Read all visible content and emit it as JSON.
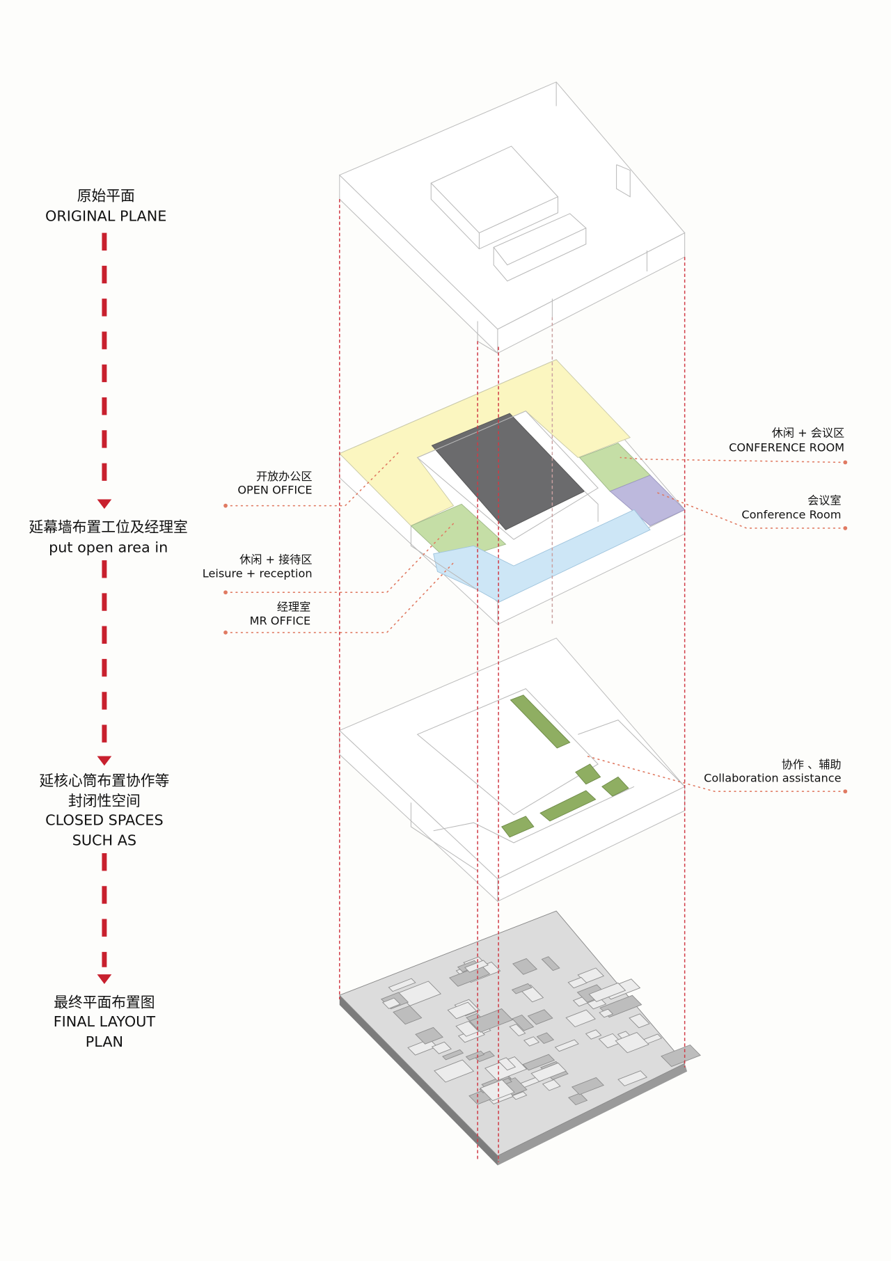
{
  "colors": {
    "accent_red": "#c8202e",
    "leader": "#e07a62",
    "open_office": "#fbf6c0",
    "leisure_green": "#c5dea6",
    "conference_purple": "#bdb9dd",
    "manager_blue": "#cde6f6",
    "core_dark": "#6b6b6d"
  },
  "steps": [
    {
      "cn": "原始平面",
      "en": "ORIGINAL PLANE"
    },
    {
      "cn": "延幕墙布置工位及经理室",
      "en": "put open  area in"
    },
    {
      "cn": "延核心筒布置协作等",
      "cn2": "封闭性空间",
      "en": "CLOSED SPACES",
      "en2": "SUCH AS"
    },
    {
      "cn": "最终平面布置图",
      "en": "FINAL LAYOUT",
      "en2": "PLAN"
    }
  ],
  "labels": {
    "open_office": {
      "cn": "开放办公区",
      "en": "OPEN OFFICE"
    },
    "leisure": {
      "cn": "休闲 + 接待区",
      "en": "Leisure + reception"
    },
    "mr_office": {
      "cn": "经理室",
      "en": "MR OFFICE"
    },
    "conference_area": {
      "cn": "休闲 + 会议区",
      "en": "CONFERENCE ROOM"
    },
    "conference_room": {
      "cn": "会议室",
      "en": "Conference Room"
    },
    "collaboration": {
      "cn": "协作 、辅助",
      "en": "Collaboration assistance"
    }
  }
}
